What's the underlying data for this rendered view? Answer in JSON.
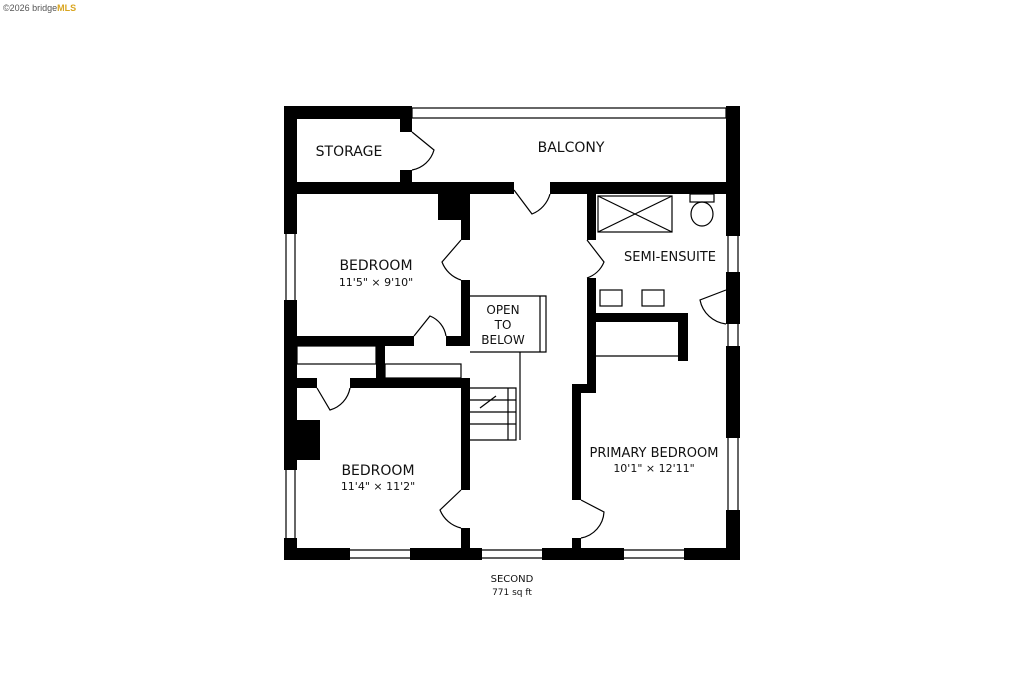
{
  "watermark": {
    "prefix": "©2026 bridge",
    "brand": "MLS"
  },
  "rooms": {
    "storage": {
      "name": "STORAGE"
    },
    "balcony": {
      "name": "BALCONY"
    },
    "bedroom_1": {
      "name": "BEDROOM",
      "dims": "11'5\" × 9'10\""
    },
    "semi_ensuite": {
      "name": "SEMI-ENSUITE"
    },
    "open_to_below": {
      "line1": "OPEN",
      "line2": "TO",
      "line3": "BELOW"
    },
    "bedroom_2": {
      "name": "BEDROOM",
      "dims": "11'4\" × 11'2\""
    },
    "primary_bedroom": {
      "name": "PRIMARY BEDROOM",
      "dims": "10'1\" × 12'11\""
    }
  },
  "floor": {
    "name": "SECOND",
    "area": "771 sq ft"
  }
}
